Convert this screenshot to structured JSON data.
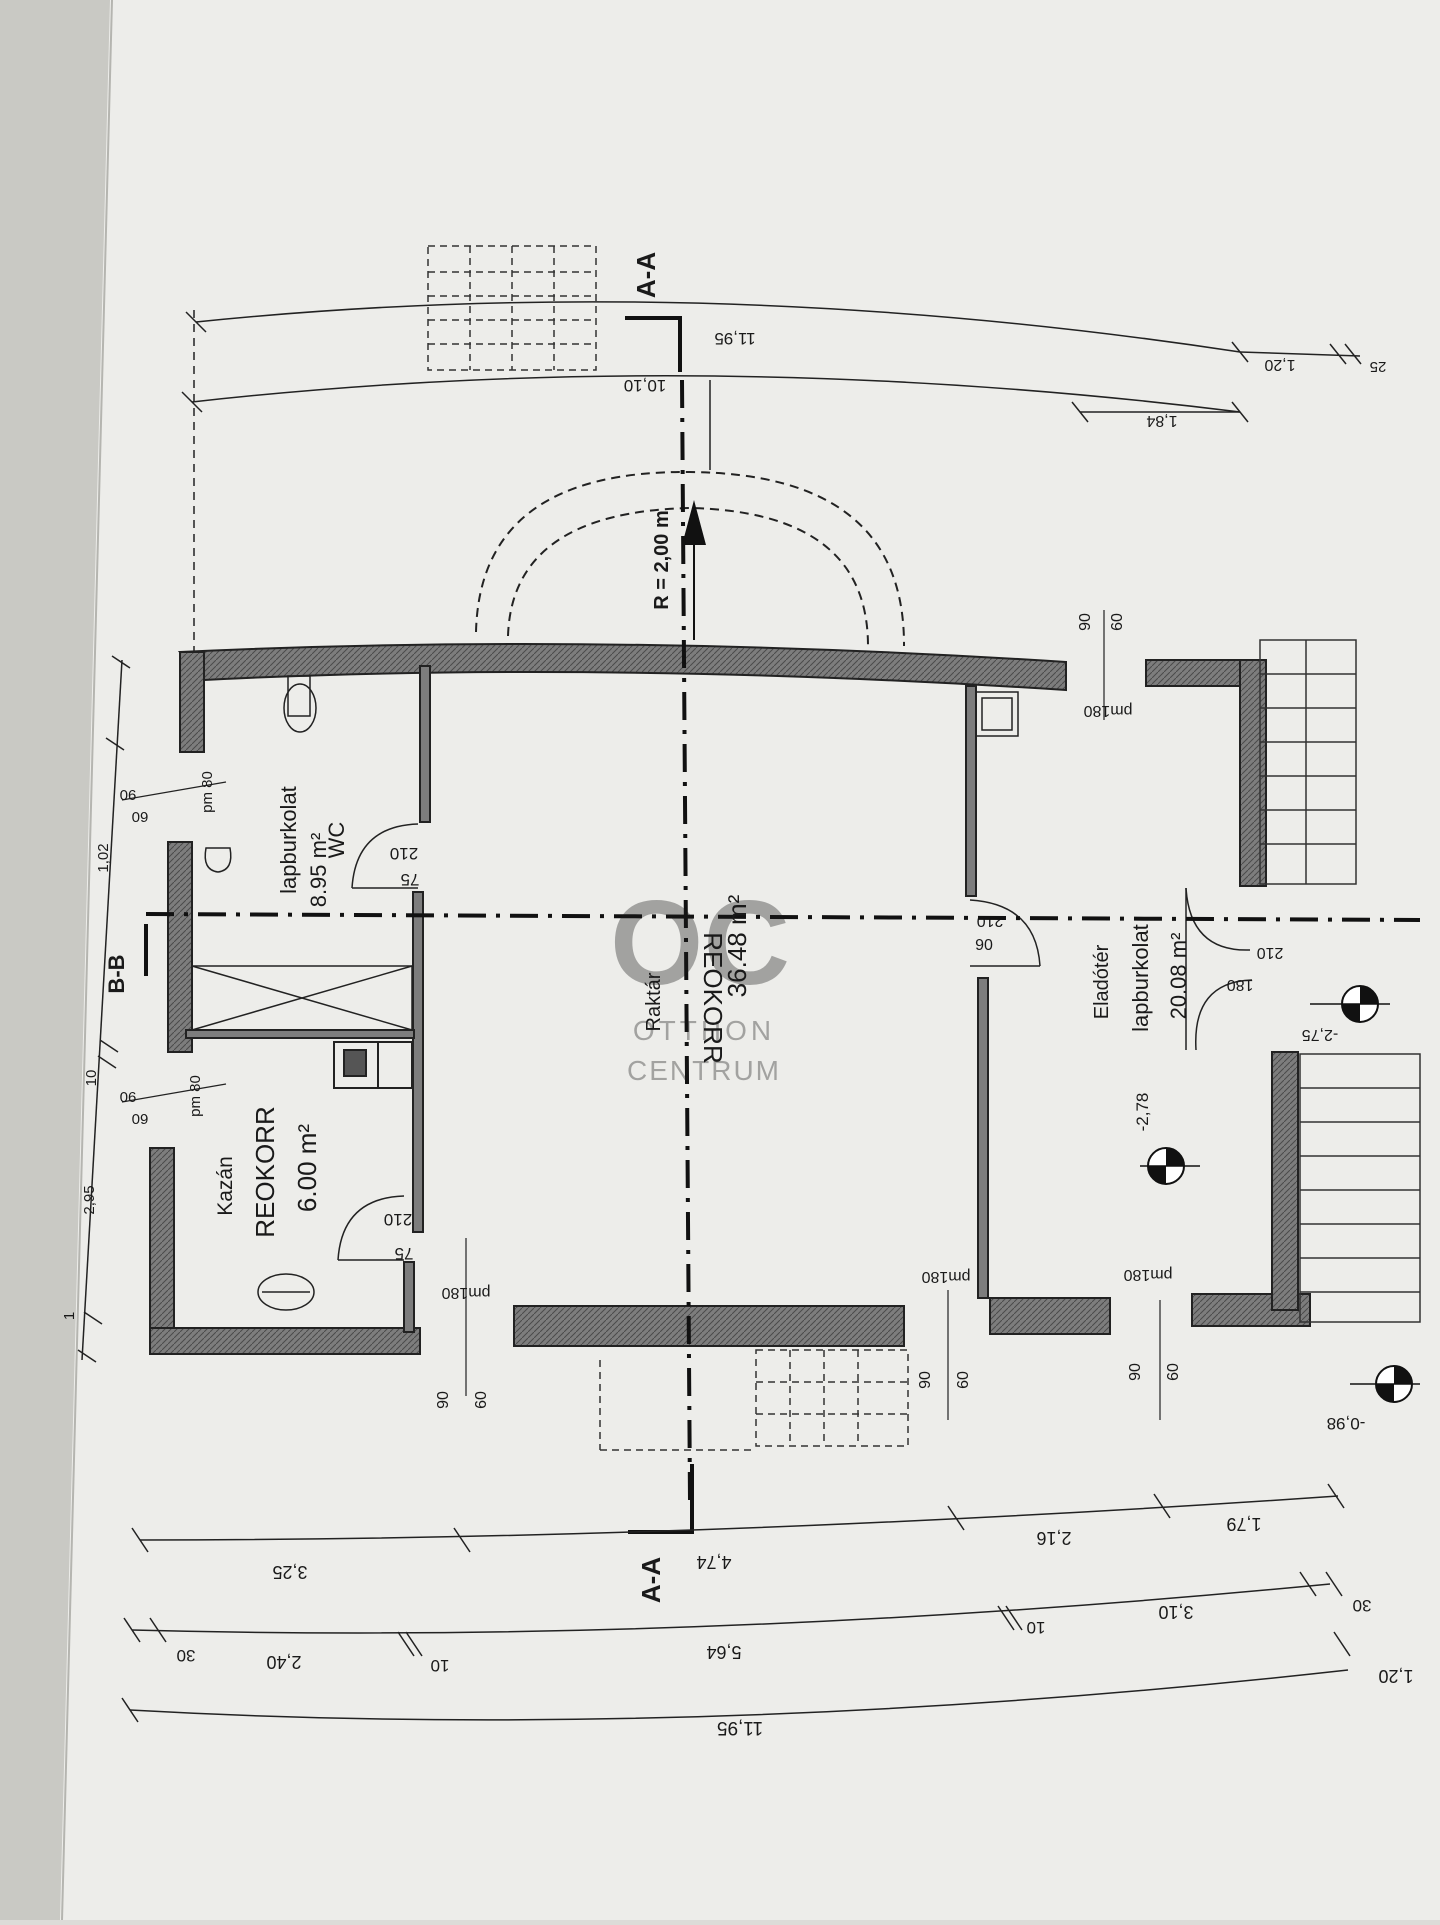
{
  "sections": {
    "aa": "A-A",
    "bb": "B-B"
  },
  "rooms": {
    "wc": {
      "name": "WC",
      "finish": "lapburkolat",
      "area": "8.95 m²"
    },
    "boiler": {
      "name": "Kazán",
      "finish": "REOKORR",
      "area": "6.00 m²"
    },
    "storage": {
      "name": "Raktár",
      "finish": "REOKORR",
      "area": "36.48 m²"
    },
    "sales": {
      "name": "Eladótér",
      "finish": "lapburkolat",
      "area": "20.08 m²"
    }
  },
  "door_labels": {
    "d75": "75",
    "d210": "210",
    "d90": "90",
    "d180": "180"
  },
  "window_labels": {
    "w90": "90",
    "w60": "60",
    "pm80": "pm180",
    "pm80_short": "pm 80"
  },
  "levels": {
    "l278": "-2,78",
    "l275": "-2,75",
    "l098": "-0,98"
  },
  "radius_label": "R = 2,00 m",
  "dims_top": {
    "total_1": "11,95",
    "total_2": "10,10",
    "d1": "1,84",
    "d2": "1,20",
    "d3": "25"
  },
  "dims_left": {
    "l1": "1,02",
    "l2": "2,95",
    "l3": "10",
    "l4": "1"
  },
  "dims_bottom_row1": [
    "3,25",
    "4,74",
    "2,16",
    "1,79"
  ],
  "dims_bottom_row2": [
    "30",
    "2,40",
    "10",
    "5,64",
    "10",
    "3,10",
    "30"
  ],
  "dims_bottom_row3": [
    "11,95",
    "1,20"
  ],
  "watermark": {
    "mark": "OC",
    "line1": "OTTHON",
    "line2": "CENTRUM"
  },
  "colors": {
    "paper": "#eeeeea",
    "wall_fill": "#8a8a8a",
    "line": "#1a1a1a"
  }
}
